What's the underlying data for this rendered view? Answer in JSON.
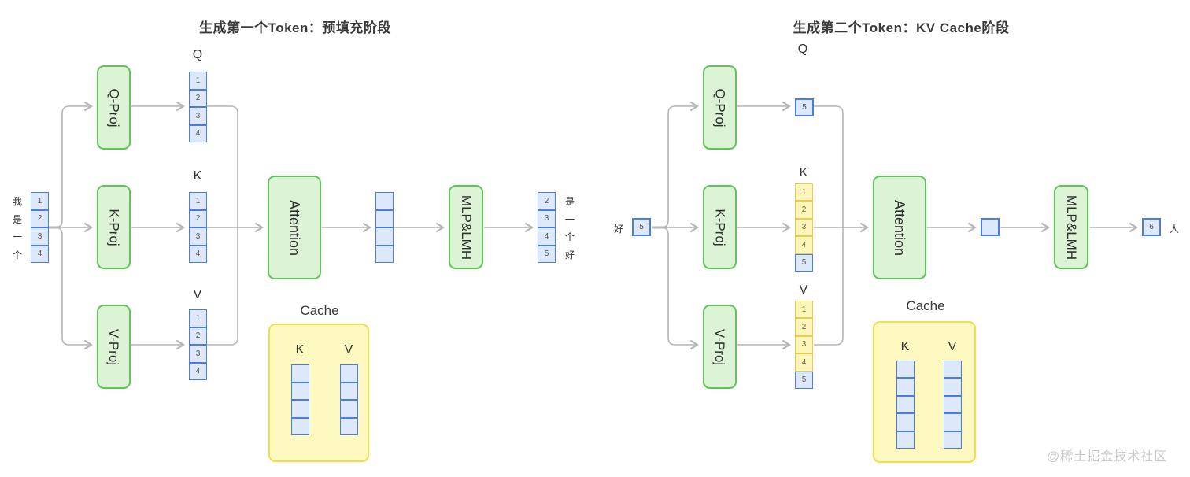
{
  "left": {
    "title": "生成第一个Token：预填充阶段",
    "input_tokens": [
      "我",
      "是",
      "一",
      "个"
    ],
    "input_cells": [
      "1",
      "2",
      "3",
      "4"
    ],
    "q_proj": "Q-Proj",
    "k_proj": "K-Proj",
    "v_proj": "V-Proj",
    "q_label": "Q",
    "k_label": "K",
    "v_label": "V",
    "q_cells": [
      "1",
      "2",
      "3",
      "4"
    ],
    "k_cells": [
      "1",
      "2",
      "3",
      "4"
    ],
    "v_cells": [
      "1",
      "2",
      "3",
      "4"
    ],
    "attention": "Attention",
    "mlp": "MLP&LMH",
    "output_cells": [
      "2",
      "3",
      "4",
      "5"
    ],
    "output_tokens": [
      "是",
      "一",
      "个",
      "好"
    ],
    "cache": {
      "title": "Cache",
      "k": "K",
      "v": "V"
    }
  },
  "right": {
    "title": "生成第二个Token：KV Cache阶段",
    "input_token": "好",
    "input_cell": "5",
    "q_proj": "Q-Proj",
    "k_proj": "K-Proj",
    "v_proj": "V-Proj",
    "q_label": "Q",
    "k_label": "K",
    "v_label": "V",
    "q_cell": "5",
    "k_cells": [
      "1",
      "2",
      "3",
      "4",
      "5"
    ],
    "v_cells": [
      "1",
      "2",
      "3",
      "4",
      "5"
    ],
    "attention": "Attention",
    "mlp": "MLP&LMH",
    "output_cell": "6",
    "output_token": "人",
    "cache": {
      "title": "Cache",
      "k": "K",
      "v": "V"
    }
  },
  "watermark": "@稀土掘金技术社区",
  "colors": {
    "green_fill": "#dcf3d6",
    "green_border": "#62c25e",
    "blue_fill": "#dde8fa",
    "blue_border": "#4a7ce8",
    "yellow_fill": "#fcf6bb",
    "yellow_border": "#e6cf4b",
    "cache_fill": "#fdf9c0",
    "cache_border": "#efe049",
    "arrow": "#b6b6b6",
    "watermark": "#c9c9c9"
  }
}
